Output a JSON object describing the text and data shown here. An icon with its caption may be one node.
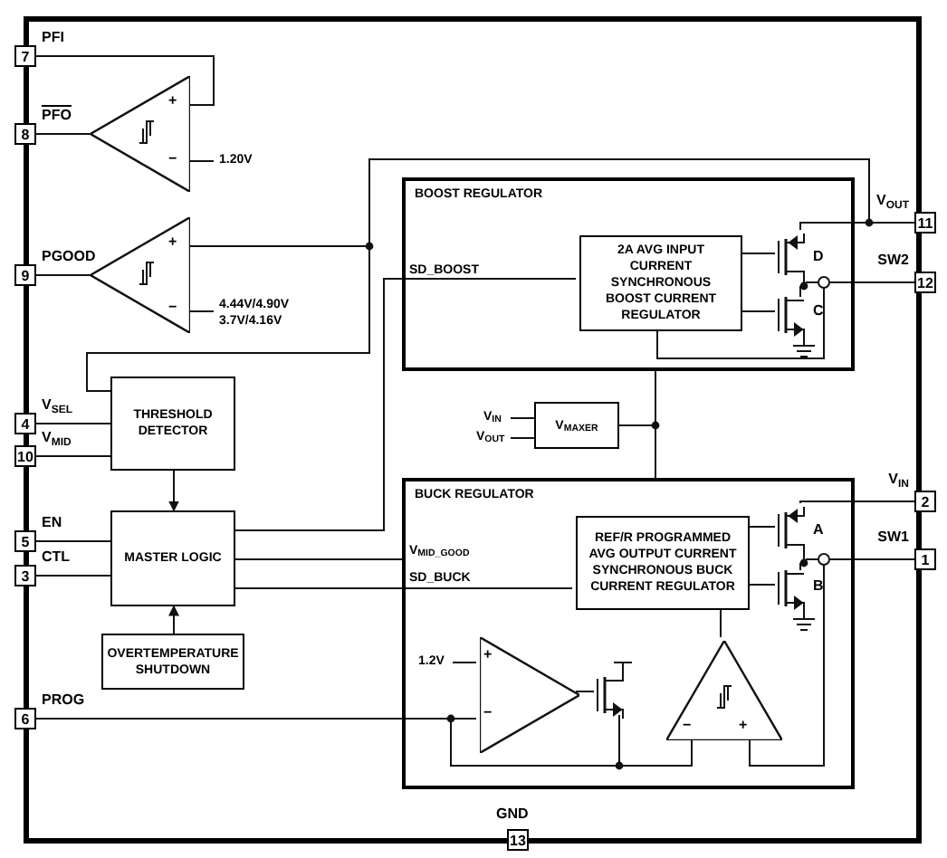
{
  "diagram": {
    "nodes": [
      {
        "text": [
          "7"
        ],
        "beside": [
          "PFI"
        ]
      },
      {
        "text": [
          "8"
        ],
        "beside": [
          "PFO"
        ]
      },
      {
        "text": [
          "9"
        ],
        "beside": [
          "PGOOD"
        ]
      },
      {
        "text": [
          "4"
        ],
        "beside": [
          "V$_{SEL}$"
        ]
      },
      {
        "text": [
          "10"
        ],
        "beside": [
          "V$_{MID}$"
        ]
      },
      {
        "text": [
          "5"
        ],
        "beside": [
          "EN"
        ]
      },
      {
        "text": [
          "3"
        ],
        "beside": [
          "CTL"
        ]
      },
      {
        "text": [
          "6"
        ],
        "beside": [
          "PROG"
        ]
      },
      {
        "text": [
          "11"
        ],
        "beside": [
          "V$_{OUT}$"
        ]
      },
      {
        "text": [
          "12"
        ],
        "beside": [
          "SW2"
        ]
      },
      {
        "text": [
          "2"
        ],
        "beside": [
          "V$_{IN}$"
        ]
      },
      {
        "text": [
          "1"
        ],
        "beside": [
          "SW1"
        ]
      },
      {
        "text": [
          "13"
        ],
        "beside": [
          "GND"
        ]
      },
      {
        "text": [],
        "shape": "triangle"
      },
      {
        "text": [],
        "shape": "triangle"
      },
      {
        "text": [
          "THRESHOLD DETECTOR"
        ]
      },
      {
        "text": [
          "MASTER LOGIC"
        ]
      },
      {
        "text": [
          "OVERTEMPERATURE SHUTDOWN"
        ]
      },
      {
        "text": [
          "BOOST REGULATOR"
        ]
      },
      {
        "text": [
          "2A AVG INPUT CURRENT SYNCHRONOUS BOOST CURRENT REGULATOR"
        ],
        "in": 18
      },
      {
        "text": [
          "V$_{MAXER}$"
        ]
      },
      {
        "text": [
          "BUCK REGULATOR"
        ]
      },
      {
        "text": [
          "REF/R PROGRAMMED AVG OUTPUT CURRENT SYNCHRONOUS BUCK CURRENT REGULATOR"
        ],
        "in": 21
      },
      {
        "text": [],
        "shape": "triangle",
        "in": 21
      },
      {
        "text": [],
        "shape": "triangle",
        "in": 21
      },
      {
        "text": [],
        "shape": "transistor",
        "in": 18
      },
      {
        "text": [],
        "shape": "transistor",
        "in": 18
      },
      {
        "text": [],
        "shape": "transistor",
        "in": 21
      },
      {
        "text": [],
        "shape": "transistor",
        "in": 21
      },
      {
        "text": [],
        "shape": "transistor",
        "in": 21
      }
    ],
    "edges": [
      {
        "from": 0,
        "to": 13,
        "arrow": "none"
      },
      {
        "from": 13,
        "to": 1,
        "arrow": "none"
      },
      {
        "from": 14,
        "to": 2,
        "arrow": "none"
      },
      {
        "from": 14,
        "to": 8,
        "arrow": "none"
      },
      {
        "from": 14,
        "to": 15,
        "arrow": "none"
      },
      {
        "from": 3,
        "to": 15,
        "arrow": "none"
      },
      {
        "from": 4,
        "to": 15,
        "arrow": "none"
      },
      {
        "from": 15,
        "to": 16,
        "arrow": "to"
      },
      {
        "from": 17,
        "to": 16,
        "arrow": "to"
      },
      {
        "from": 5,
        "to": 16,
        "arrow": "none"
      },
      {
        "from": 6,
        "to": 16,
        "arrow": "none"
      },
      {
        "from": 16,
        "to": 19,
        "arrow": "none",
        "label": "SD_BOOST"
      },
      {
        "from": 16,
        "to": 21,
        "arrow": "none",
        "label": "V$_{MID_GOOD}$"
      },
      {
        "from": 16,
        "to": 22,
        "arrow": "none",
        "label": "SD_BUCK"
      },
      {
        "from": 20,
        "to": 18,
        "arrow": "none"
      },
      {
        "from": 20,
        "to": 21,
        "arrow": "none"
      },
      {
        "from": null,
        "to": 20,
        "arrow": "none",
        "label": "V$_{IN}$"
      },
      {
        "from": null,
        "to": 20,
        "arrow": "none",
        "label": "V$_{OUT}$"
      },
      {
        "from": 22,
        "to": 24,
        "arrow": "none"
      },
      {
        "from": 7,
        "to": 23,
        "arrow": "none"
      },
      {
        "from": 7,
        "to": 24,
        "arrow": "none"
      },
      {
        "from": 24,
        "to": 11,
        "arrow": "none"
      },
      {
        "from": 19,
        "to": 9,
        "arrow": "none"
      },
      {
        "from": null,
        "to": 13,
        "arrow": "none",
        "label": "1.20V"
      },
      {
        "from": null,
        "to": 14,
        "arrow": "none",
        "label": "4.44V/4.90V 3.7V/4.16V"
      },
      {
        "from": null,
        "to": 23,
        "arrow": "none",
        "label": "1.2V"
      },
      {
        "from": 19,
        "to": 25,
        "arrow": "none"
      },
      {
        "from": 19,
        "to": 26,
        "arrow": "none"
      },
      {
        "from": 22,
        "to": 27,
        "arrow": "none"
      },
      {
        "from": 22,
        "to": 28,
        "arrow": "none"
      },
      {
        "from": 25,
        "to": 8,
        "arrow": "none"
      },
      {
        "from": 25,
        "to": 26,
        "arrow": "none"
      },
      {
        "from": 25,
        "to": 9,
        "arrow": "none"
      },
      {
        "from": 27,
        "to": 10,
        "arrow": "none"
      },
      {
        "from": 27,
        "to": 28,
        "arrow": "none"
      },
      {
        "from": 27,
        "to": 11,
        "arrow": "none"
      },
      {
        "from": 23,
        "to": 29,
        "arrow": "none"
      },
      {
        "from": 29,
        "to": 24,
        "arrow": "none"
      }
    ],
    "labels": [
      "+",
      "−",
      "+",
      "−",
      "D",
      "C",
      "A",
      "B",
      "+",
      "−",
      "−",
      "+"
    ]
  }
}
